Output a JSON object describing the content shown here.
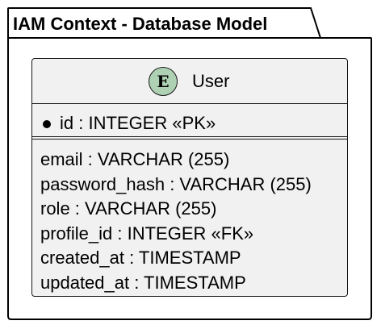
{
  "package": {
    "title": "IAM Context - Database Model"
  },
  "entity": {
    "stereotype_letter": "E",
    "name": "User",
    "primary_key": "id : INTEGER «PK»",
    "attributes": [
      "email : VARCHAR (255)",
      "password_hash : VARCHAR (255)",
      "role : VARCHAR (255)",
      "profile_id : INTEGER «FK»",
      "created_at : TIMESTAMP",
      "updated_at : TIMESTAMP"
    ]
  },
  "colors": {
    "stereotype_circle": "#add1b2",
    "entity_fill": "#f1f1f1",
    "border": "#181818"
  },
  "icons": {
    "stereotype": "entity-e-icon",
    "primary_key_marker": "bullet-icon"
  }
}
